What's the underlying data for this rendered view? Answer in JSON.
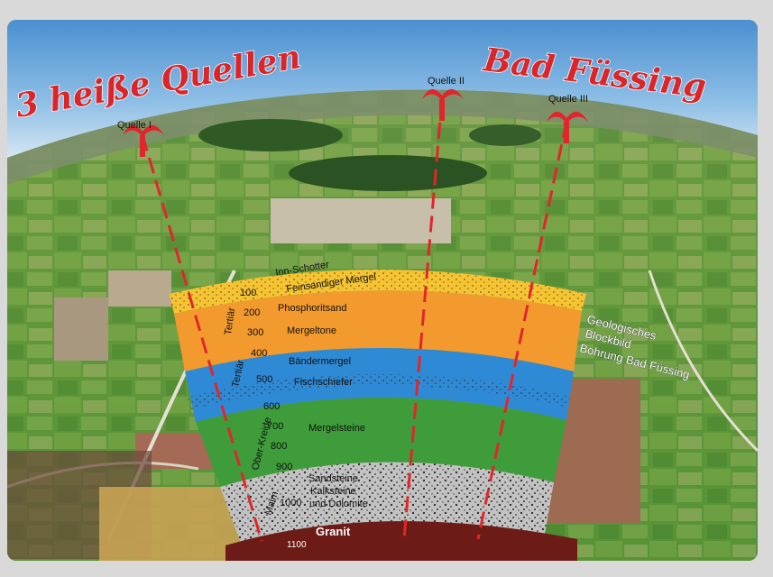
{
  "title_left": "3 heiße Quellen",
  "title_right": "Bad Füssing",
  "springs": [
    "Quelle I",
    "Quelle II",
    "Quelle III"
  ],
  "caption_lines": [
    "Geologisches",
    "Blockbild",
    "Bohrung Bad Füssing"
  ],
  "depths": [
    "100",
    "200",
    "300",
    "400",
    "500",
    "600",
    "700",
    "800",
    "900",
    "1000"
  ],
  "bottom_label": "1100",
  "granite_label": "Granit",
  "layers": [
    "Inn-Schotter",
    "Feinsandiger Mergel",
    "Phosphoritsand",
    "Mergeltone",
    "Bändermergel",
    "Fischschiefer",
    "Mergelsteine",
    "Sandsteine",
    "Kalksteine",
    "und Dolomite"
  ],
  "periods": [
    "Tertiär",
    "Tertiär",
    "Ober-Kreide",
    "Malm"
  ],
  "colors": {
    "yellow": "#f7c431",
    "orange": "#f29a2e",
    "blue": "#2f8ad6",
    "green": "#3f9c3b",
    "grey": "#bdbdbd",
    "granite": "#6d1b16",
    "title_red": "#d8262b"
  }
}
